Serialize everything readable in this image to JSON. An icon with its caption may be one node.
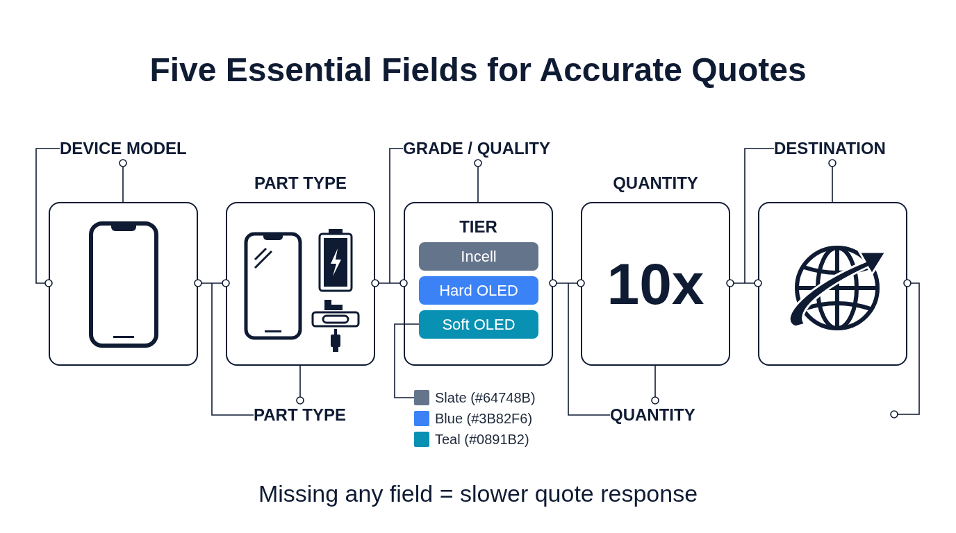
{
  "diagram": {
    "title": "Five Essential Fields for Accurate Quotes",
    "nodes": [
      {
        "text": [],
        "shape": "box"
      },
      {
        "text": [
          "PART TYPE"
        ]
      },
      {
        "text": [
          "TIER"
        ]
      },
      {
        "text": [
          "QUANTITY",
          "10x"
        ]
      },
      {
        "text": [],
        "shape": "box"
      },
      {
        "text": [
          "Incell"
        ],
        "in": 2
      },
      {
        "text": [
          "Hard OLED"
        ],
        "in": 2
      },
      {
        "text": [
          "Soft OLED"
        ],
        "in": 2
      },
      {
        "text": [
          "DEVICE MODEL"
        ]
      },
      {
        "text": [
          "PART TYPE"
        ]
      },
      {
        "text": [
          "GRADE / QUALITY"
        ]
      },
      {
        "text": [
          "QUANTITY"
        ]
      },
      {
        "text": [
          "DESTINATION"
        ]
      },
      {
        "text": [],
        "shape": "box"
      }
    ],
    "edges": [
      {
        "from": 0,
        "to": 1,
        "arrow": "other"
      },
      {
        "from": 1,
        "to": 2,
        "arrow": "other"
      },
      {
        "from": 2,
        "to": 3,
        "arrow": "other"
      },
      {
        "from": 3,
        "to": 4,
        "arrow": "other"
      },
      {
        "from": 8,
        "to": 0,
        "arrow": "other"
      },
      {
        "from": 8,
        "to": 0,
        "arrow": "other"
      },
      {
        "from": 9,
        "to": 1,
        "arrow": "other"
      },
      {
        "from": 9,
        "to": null,
        "arrow": "none"
      },
      {
        "from": 10,
        "to": 2,
        "arrow": "other"
      },
      {
        "from": 10,
        "to": null,
        "arrow": "none"
      },
      {
        "from": 11,
        "to": 3,
        "arrow": "other"
      },
      {
        "from": 11,
        "to": null,
        "arrow": "none"
      },
      {
        "from": 12,
        "to": 4,
        "arrow": "other"
      },
      {
        "from": 12,
        "to": null,
        "arrow": "none"
      },
      {
        "from": 4,
        "to": null,
        "arrow": "other"
      },
      {
        "from": 7,
        "to": 13,
        "arrow": "none"
      }
    ],
    "labels": [
      "Missing any field = slower quote response"
    ],
    "legend": [
      {
        "text": "Slate (#64748B)",
        "color": "#64748b"
      },
      {
        "text": "Blue (#3B82F6)",
        "color": "#3b82f6"
      },
      {
        "text": "Teal (#0891B2)",
        "color": "#0891b2"
      }
    ]
  }
}
